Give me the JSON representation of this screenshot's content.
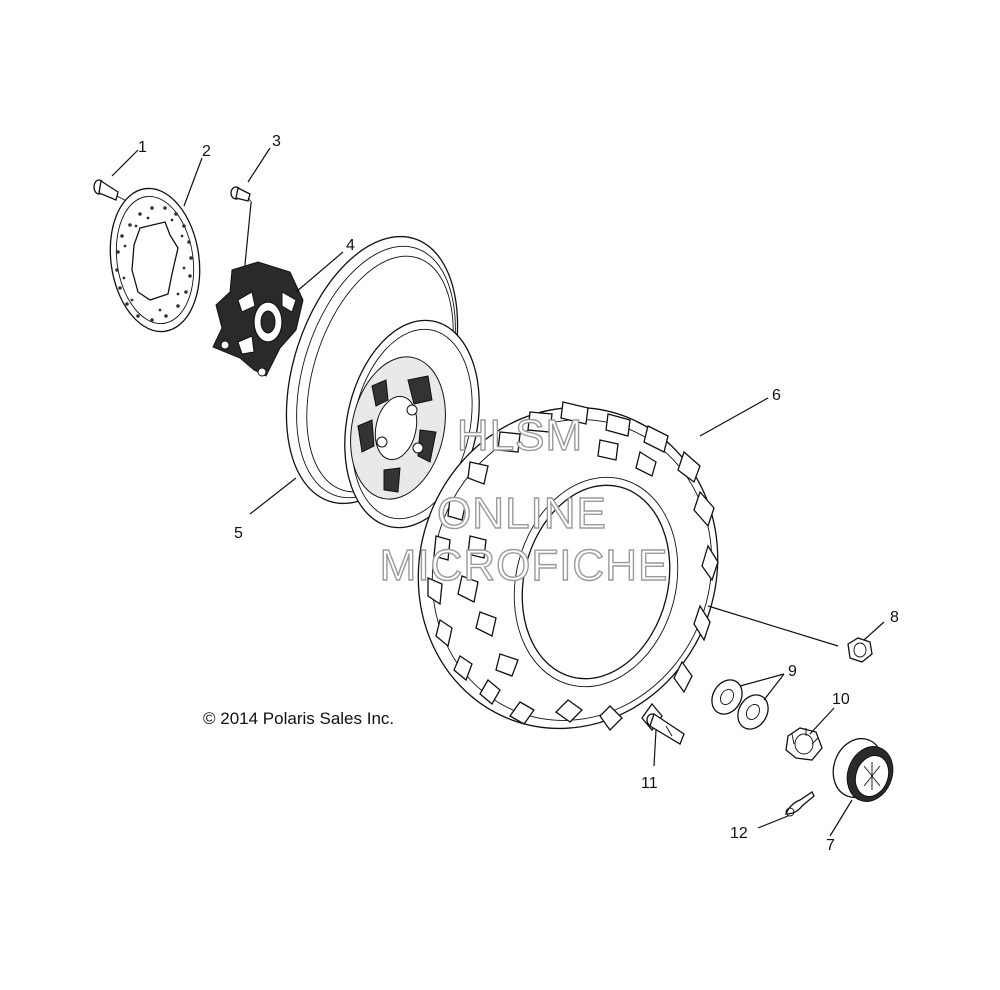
{
  "copyright": "© 2014 Polaris Sales Inc.",
  "watermark": {
    "line1": "HLSM",
    "line2": "ONLINE",
    "line3": "MICROFICHE"
  },
  "callouts": [
    "1",
    "2",
    "3",
    "4",
    "5",
    "6",
    "7",
    "8",
    "9",
    "10",
    "11",
    "12"
  ]
}
